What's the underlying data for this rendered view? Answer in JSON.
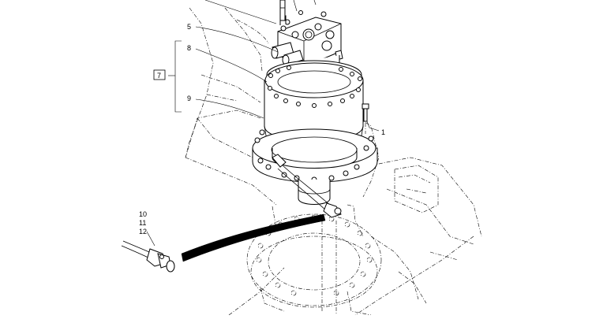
{
  "callouts": {
    "c5": "5",
    "c8": "8",
    "c9": "9",
    "c7": "7",
    "c1": "1",
    "c10": "10",
    "c11": "11",
    "c12": "12"
  },
  "colors": {
    "ink": "#000000",
    "paper": "#ffffff"
  }
}
